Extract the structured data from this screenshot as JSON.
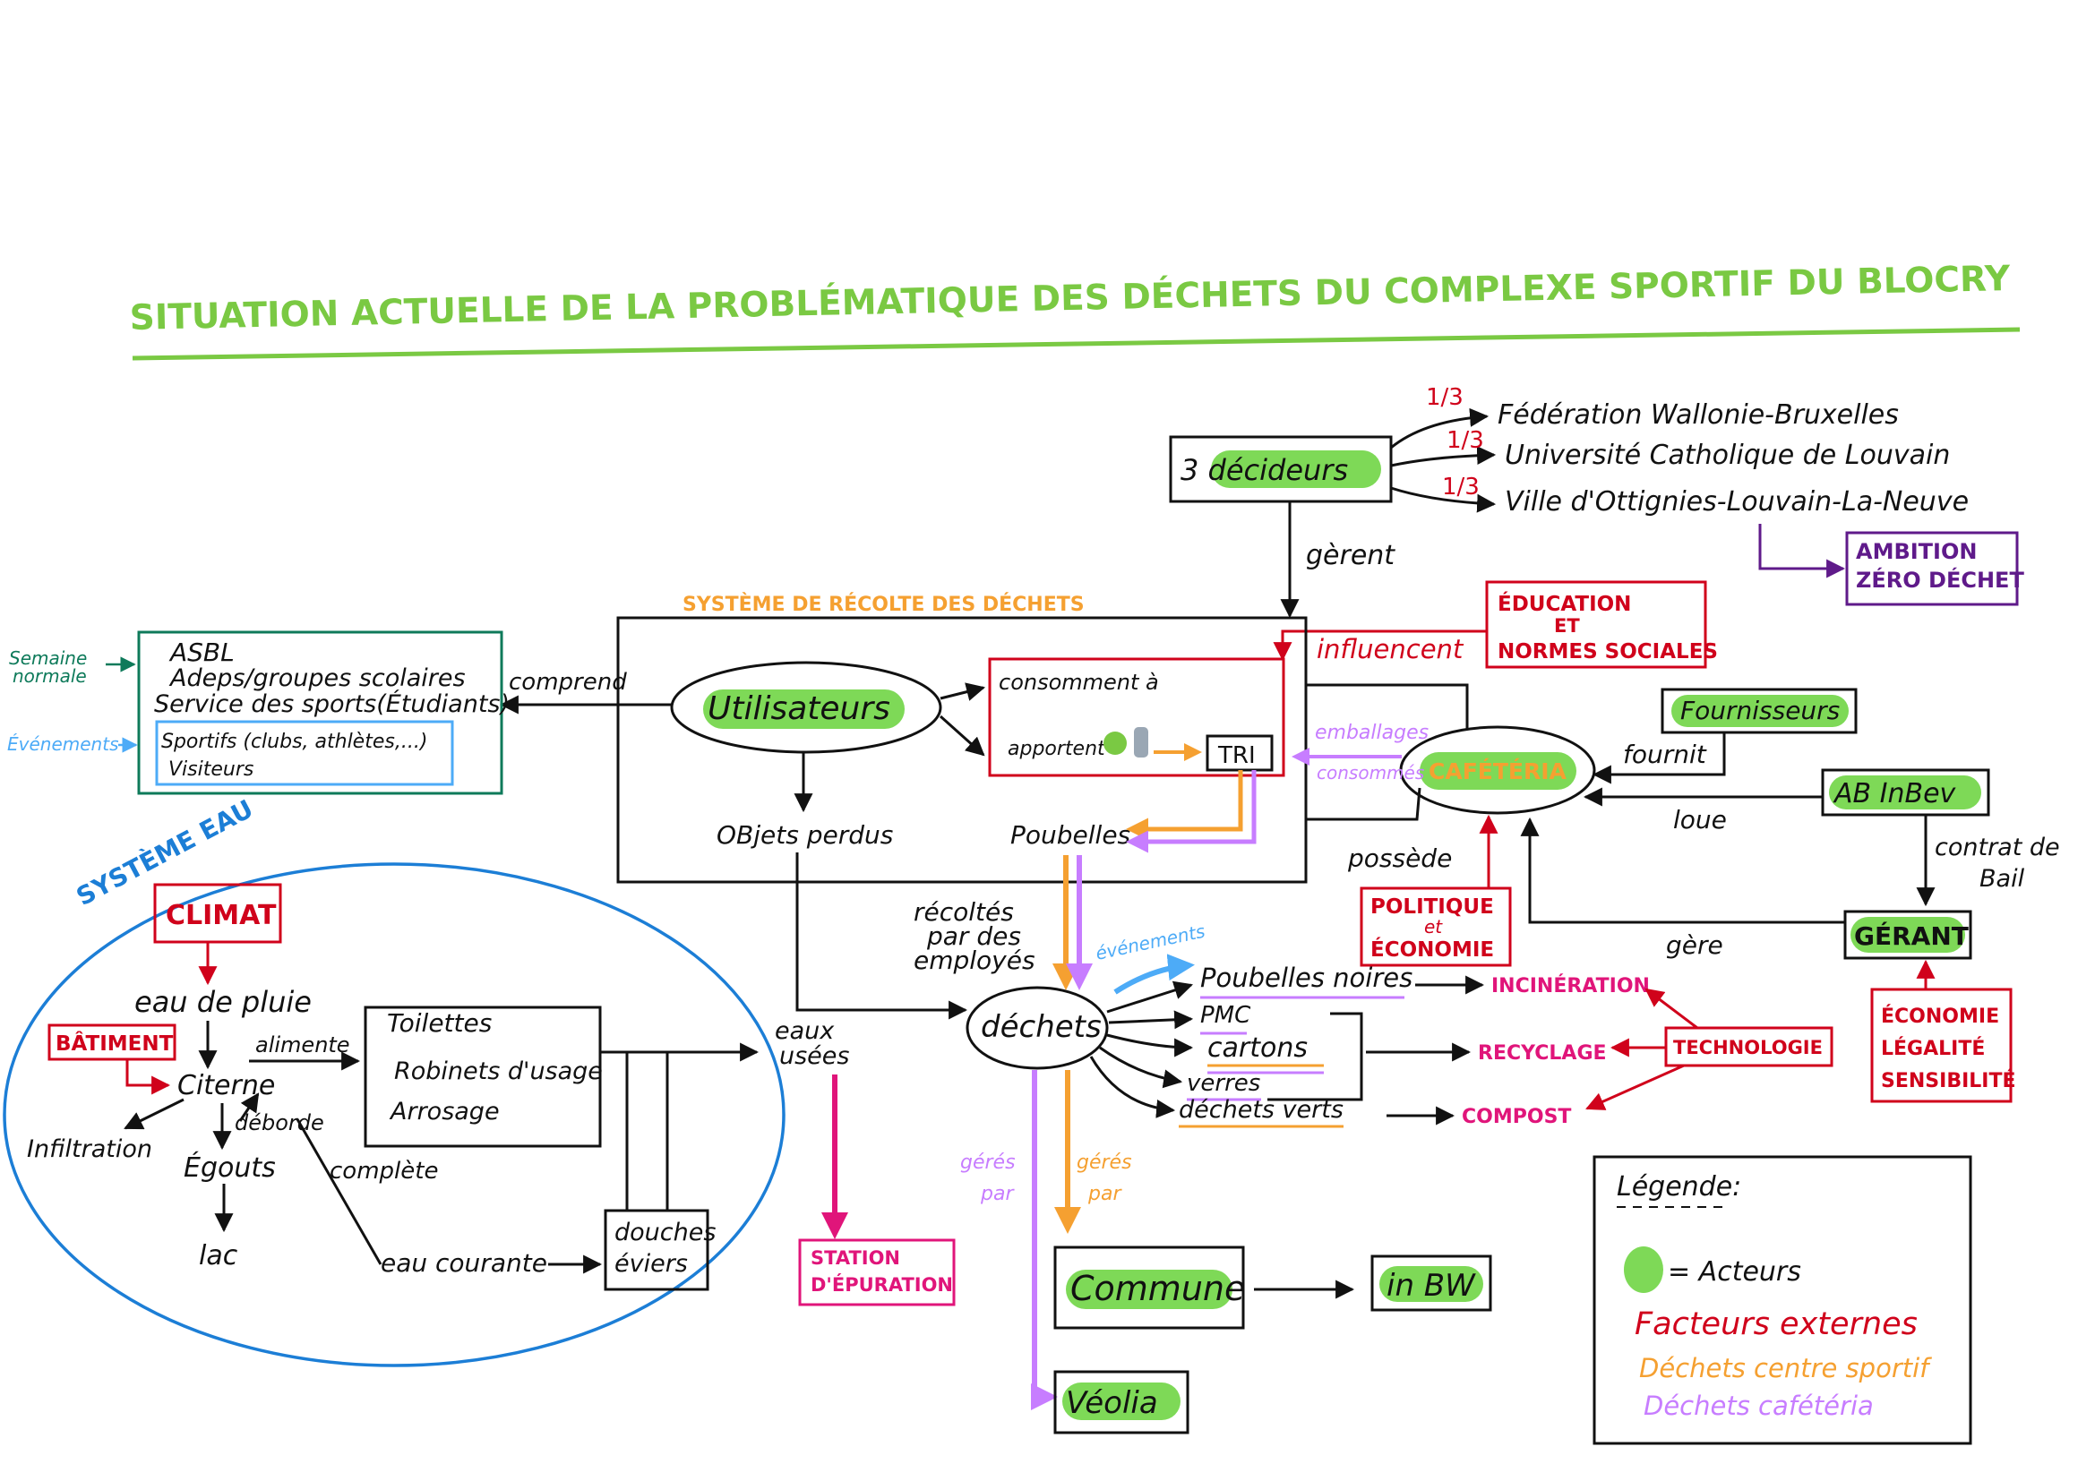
{
  "title": "SITUATION ACTUELLE DE LA PROBLÉMATIQUE DES DÉCHETS DU COMPLEXE SPORTIF DU BLOCRY",
  "colors": {
    "title": "#7ac943",
    "actor": "#7ed957",
    "external": "#d0021b",
    "orange": "#f5a031",
    "purple": "#c77dff",
    "magenta": "#e0157a",
    "blue_water": "#1c7ed6",
    "teal": "#0e7a5a",
    "light_blue": "#4dabf7",
    "violet": "#5f1a8a"
  },
  "decideurs": {
    "label": "3 décideurs",
    "shares": [
      "1/3",
      "1/3",
      "1/3"
    ],
    "members": [
      "Fédération Wallonie-Bruxelles",
      "Université Catholique de Louvain",
      "Ville d'Ottignies-Louvain-La-Neuve"
    ],
    "ambition": [
      "AMBITION",
      "ZÉRO DÉCHET"
    ],
    "gerent": "gèrent"
  },
  "recolte": {
    "title": "SYSTÈME DE RÉCOLTE DES DÉCHETS",
    "utilisateurs": "Utilisateurs",
    "consomment": "consomment à",
    "apportent": "apportent",
    "tri": "TRI",
    "objets_perdus": "OBjets perdus",
    "poubelles": "Poubelles",
    "comprend": "comprend"
  },
  "users_box": {
    "lines": [
      "ASBL",
      "Adeps/groupes scolaires",
      "Service des sports(Étudiants)"
    ],
    "sub_lines": [
      "Sportifs (clubs, athlètes,...)",
      "Visiteurs"
    ],
    "semaine": [
      "Semaine",
      "normale"
    ],
    "evenements": "Événements"
  },
  "education": {
    "lines": [
      "ÉDUCATION",
      "ET",
      "NORMES SOCIALES"
    ],
    "influencent": "influencent"
  },
  "cafeteria": {
    "label": "CAFÉTÉRIA",
    "emballages": [
      "emballages",
      "consommés"
    ],
    "possede": "possède",
    "fournisseurs": "Fournisseurs",
    "fournit": "fournit",
    "ab_inbev": "AB InBev",
    "loue": "loue",
    "contrat": [
      "contrat de",
      "Bail"
    ],
    "gerant": "GÉRANT",
    "gere": "gère",
    "politique": [
      "POLITIQUE",
      "et",
      "ÉCONOMIE"
    ],
    "gerant_factors": [
      "ÉCONOMIE",
      "LÉGALITÉ",
      "SENSIBILITÉ"
    ]
  },
  "dechets": {
    "label": "déchets",
    "recoltes": [
      "récoltés",
      "par des",
      "employés"
    ],
    "evenements": "événements",
    "items": [
      "Poubelles noires",
      "PMC",
      "cartons",
      "verres",
      "déchets verts"
    ],
    "incineration": "INCINÉRATION",
    "recyclage": "RECYCLAGE",
    "compost": "COMPOST",
    "technologie": "TECHNOLOGIE",
    "geres_par_purple": [
      "gérés",
      "par"
    ],
    "geres_par_orange": [
      "gérés",
      "par"
    ],
    "commune": "Commune",
    "in_bw": "in BW",
    "veolia": "Véolia"
  },
  "eau": {
    "title": "SYSTÈME EAU",
    "climat": "CLIMAT",
    "eau_de_pluie": "eau de pluie",
    "batiment": "BÂTIMENT",
    "citerne": "Citerne",
    "alimente": "alimente",
    "deborde": "déborde",
    "infiltration": "Infiltration",
    "egouts": "Égouts",
    "lac": "lac",
    "complete": "complète",
    "eau_courante": "eau courante",
    "usages": [
      "Toilettes",
      "Robinets d'usage",
      "Arrosage"
    ],
    "douches": [
      "douches",
      "éviers"
    ],
    "eaux_usees": [
      "eaux",
      "usées"
    ],
    "station": [
      "STATION",
      "D'ÉPURATION"
    ]
  },
  "legend": {
    "title": "Légende:",
    "actors": "= Acteurs",
    "external": "Facteurs externes",
    "centre": "Déchets centre sportif",
    "cafeteria": "Déchets cafétéria"
  }
}
